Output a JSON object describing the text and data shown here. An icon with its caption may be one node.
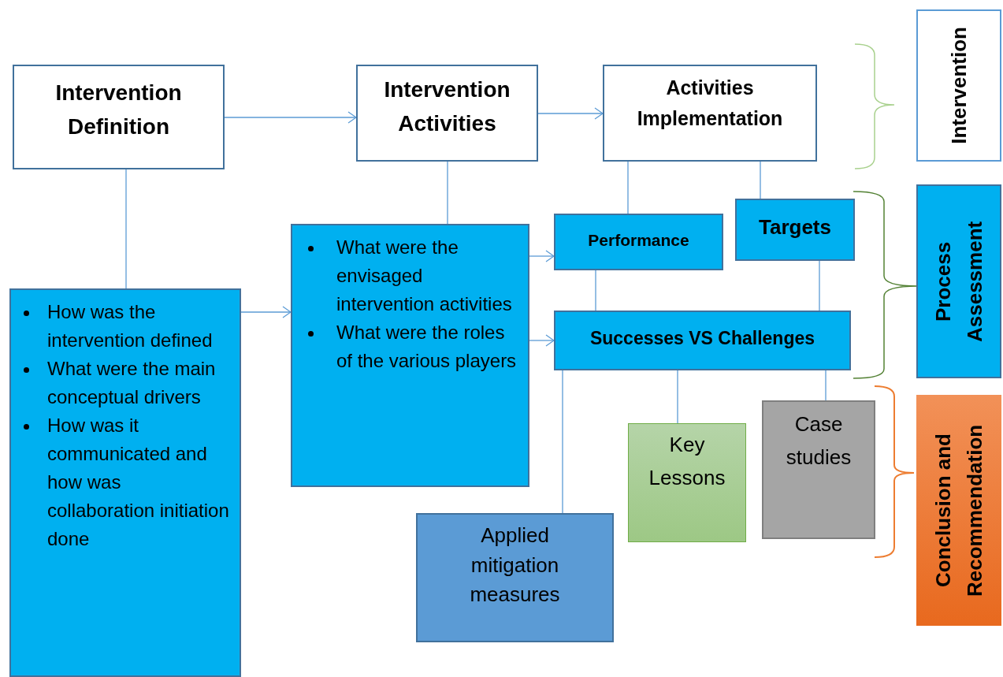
{
  "diagram": {
    "nodes": [
      {
        "text": [
          "Intervention Definition"
        ]
      },
      {
        "text": [
          "Intervention Activities"
        ]
      },
      {
        "text": [
          "Activities Implementation"
        ]
      },
      {
        "text": [
          "How was the intervention defined",
          "What were the main conceptual drivers",
          "How was it communicated and how was collaboration initiation done"
        ]
      },
      {
        "text": [
          "What were the envisaged intervention activities",
          "What were the roles of the various players"
        ]
      },
      {
        "text": [
          "Performance"
        ]
      },
      {
        "text": [
          "Targets"
        ]
      },
      {
        "text": [
          "Successes VS Challenges"
        ]
      },
      {
        "text": [
          "Applied mitigation measures"
        ]
      },
      {
        "text": [
          "Key Lessons"
        ]
      },
      {
        "text": [
          "Case studies"
        ]
      },
      {
        "text": [
          "Intervention"
        ]
      },
      {
        "text": [
          "Process Assessment"
        ]
      },
      {
        "text": [
          "Conclusion and Recommendation"
        ]
      }
    ],
    "edges": [
      {
        "from": 0,
        "to": 1,
        "arrow": "to"
      },
      {
        "from": 1,
        "to": 2,
        "arrow": "to"
      },
      {
        "from": 0,
        "to": 3,
        "arrow": "none"
      },
      {
        "from": 3,
        "to": 4,
        "arrow": "to"
      },
      {
        "from": 1,
        "to": 4,
        "arrow": "none"
      },
      {
        "from": 4,
        "to": 5,
        "arrow": "to"
      },
      {
        "from": 4,
        "to": 7,
        "arrow": "to"
      },
      {
        "from": 2,
        "to": 5,
        "arrow": "none"
      },
      {
        "from": 2,
        "to": 6,
        "arrow": "none"
      },
      {
        "from": 5,
        "to": 7,
        "arrow": "none"
      },
      {
        "from": 6,
        "to": 7,
        "arrow": "none"
      },
      {
        "from": 7,
        "to": 8,
        "arrow": "none"
      },
      {
        "from": 7,
        "to": 9,
        "arrow": "none"
      },
      {
        "from": 7,
        "to": 10,
        "arrow": "none"
      }
    ]
  }
}
